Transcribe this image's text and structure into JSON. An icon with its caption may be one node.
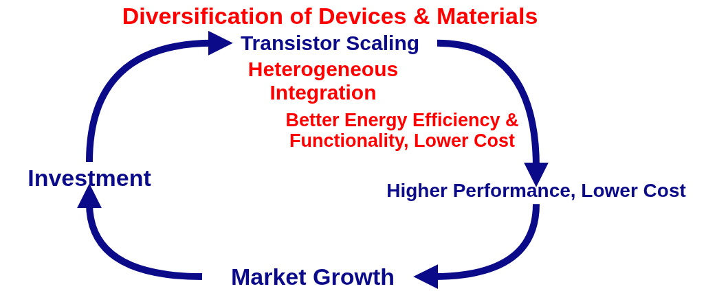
{
  "diagram": {
    "nodes": [
      {
        "text": [
          "Transistor Scaling"
        ]
      },
      {
        "text": [
          "Higher Performance, Lower Cost"
        ]
      },
      {
        "text": [
          "Market Growth"
        ]
      },
      {
        "text": [
          "Investment"
        ]
      }
    ],
    "edges": [
      {
        "from": 3,
        "to": 0,
        "arrow": "to"
      },
      {
        "from": 0,
        "to": 1,
        "arrow": "to"
      },
      {
        "from": 1,
        "to": 2,
        "arrow": "to"
      },
      {
        "from": 2,
        "to": 3,
        "arrow": "to"
      }
    ],
    "labels": [
      "Diversification of Devices & Materials",
      "Heterogeneous Integration",
      "Better Energy Efficiency & Functionality, Lower Cost"
    ]
  }
}
